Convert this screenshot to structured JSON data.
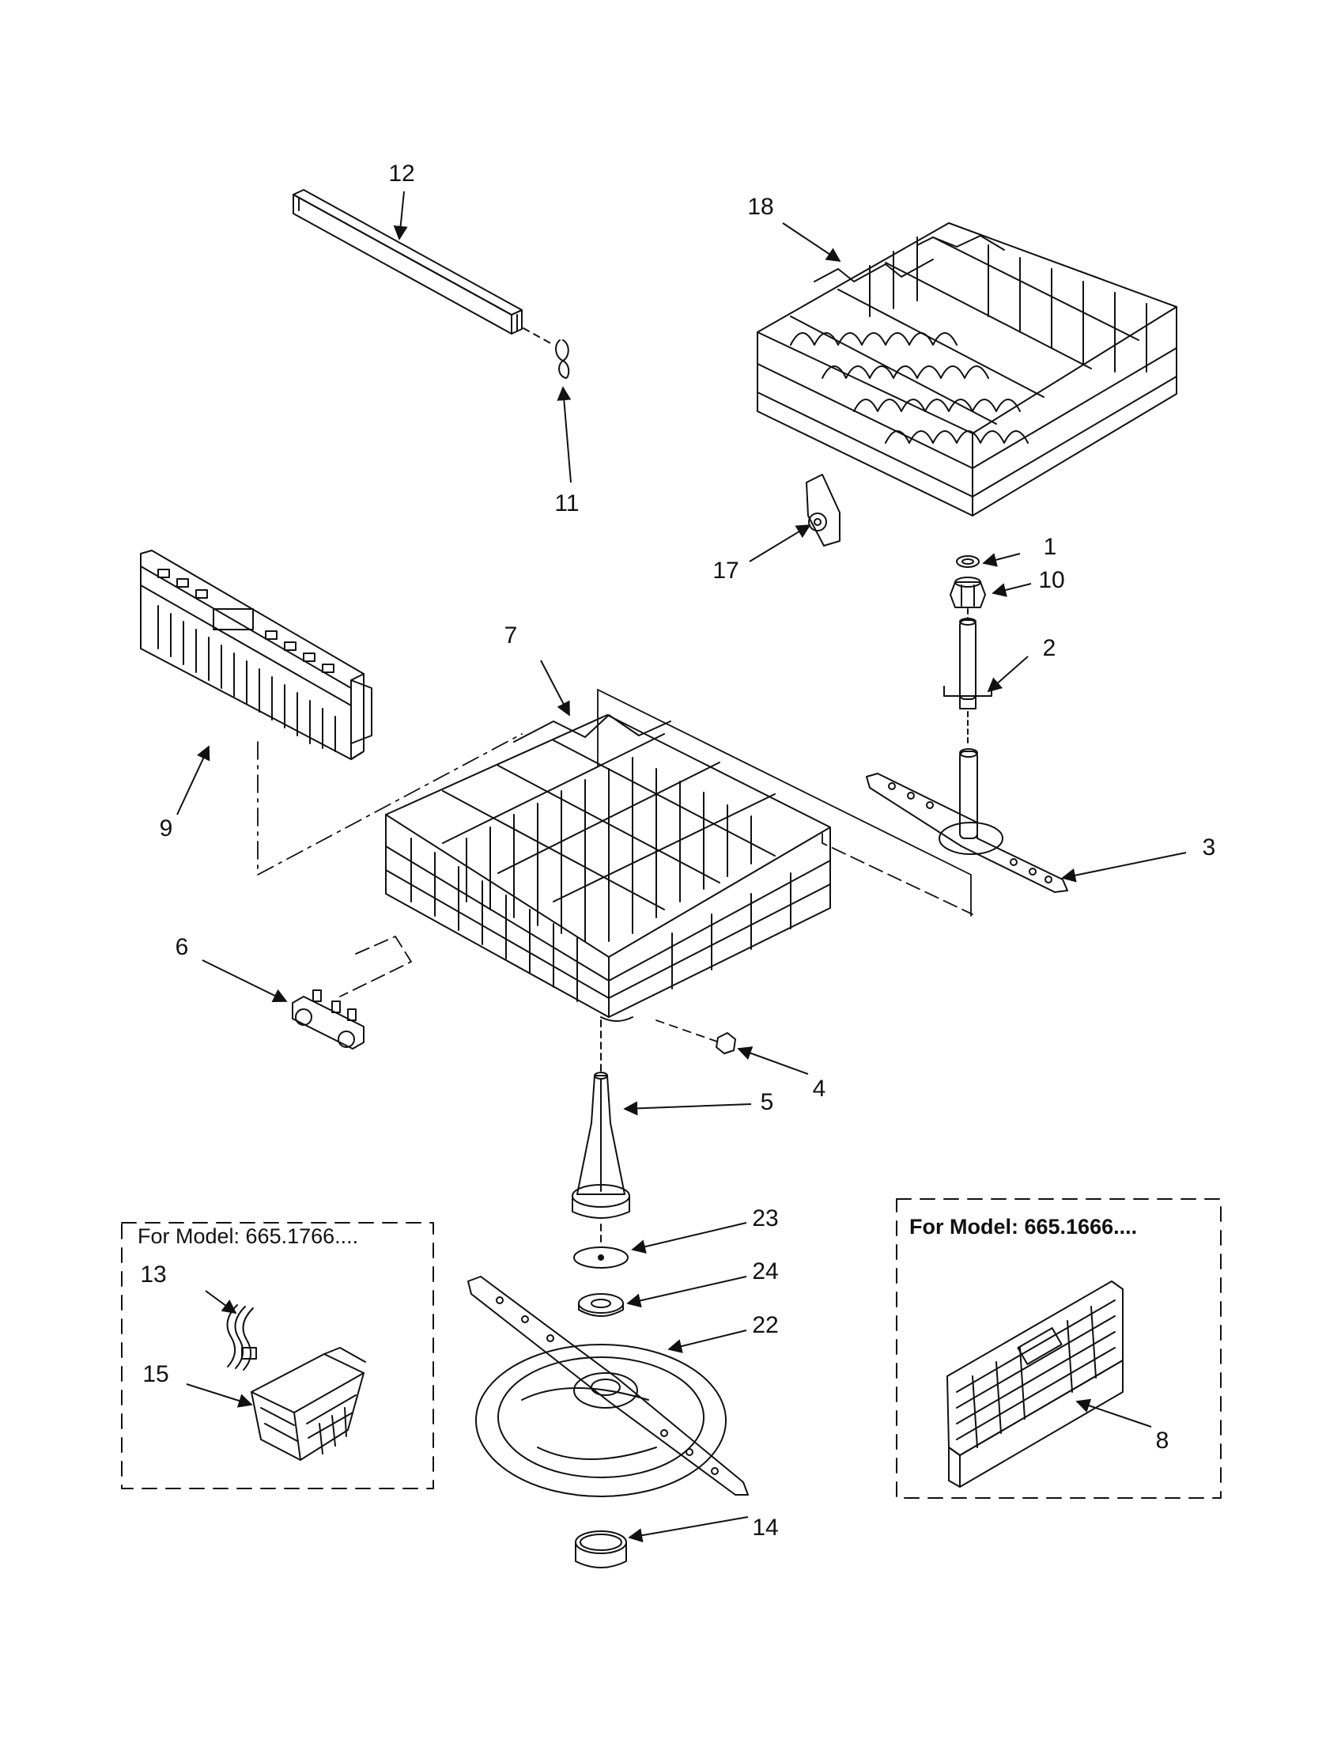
{
  "part_labels": {
    "p1": "1",
    "p2": "2",
    "p3": "3",
    "p4": "4",
    "p5": "5",
    "p6": "6",
    "p7": "7",
    "p8": "8",
    "p9": "9",
    "p10": "10",
    "p11": "11",
    "p12": "12",
    "p13": "13",
    "p14": "14",
    "p15": "15",
    "p17": "17",
    "p18": "18",
    "p22": "22",
    "p23": "23",
    "p24": "24"
  },
  "model_boxes": {
    "left_title": "For Model: 665.1766....",
    "right_title": "For Model: 665.1666...."
  },
  "colors": {
    "ink": "#111111",
    "paper": "#ffffff"
  }
}
